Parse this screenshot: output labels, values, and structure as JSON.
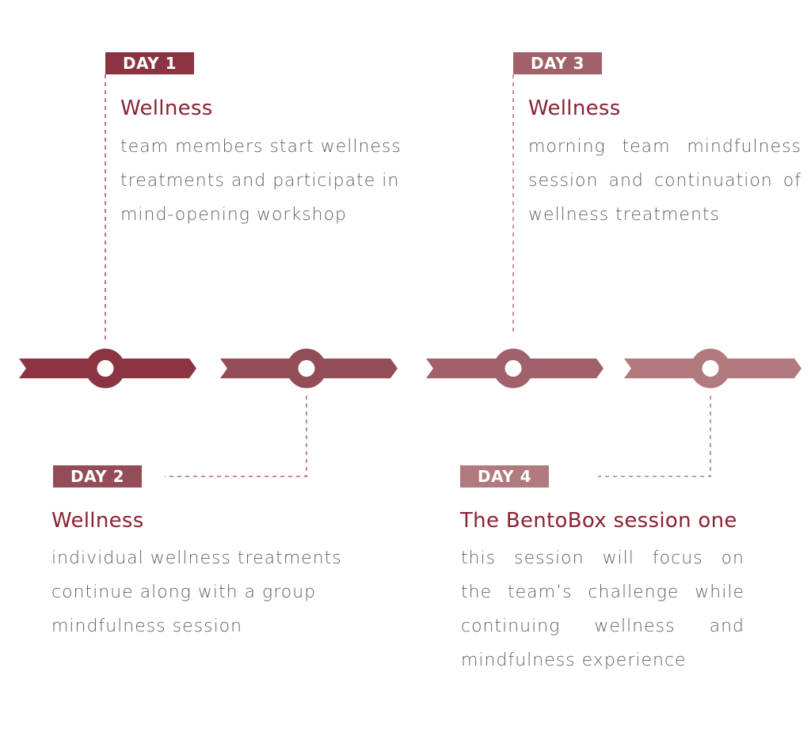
{
  "colors": [
    "#8b3442",
    "#944d57",
    "#a1616a",
    "#b07a7e"
  ],
  "title_color": "#8a2333",
  "days": [
    {
      "label": "DAY 1",
      "title": "Wellness",
      "lines": [
        "team members start wellness",
        "treatments and participate in",
        "mind-opening workshop"
      ]
    },
    {
      "label": "DAY 2",
      "title": "Wellness",
      "lines": [
        "individual wellness treatments",
        "continue along with a group",
        "mindfulness session"
      ]
    },
    {
      "label": "DAY 3",
      "title": "Wellness",
      "lines": [
        "morning team mindfulness",
        "session and continuation of",
        "wellness treatments"
      ]
    },
    {
      "label": "DAY 4",
      "title": "The BentoBox session one",
      "lines": [
        "this session will focus on",
        "the team’s challenge while",
        "continuing wellness and",
        "mindfulness experience"
      ]
    }
  ]
}
